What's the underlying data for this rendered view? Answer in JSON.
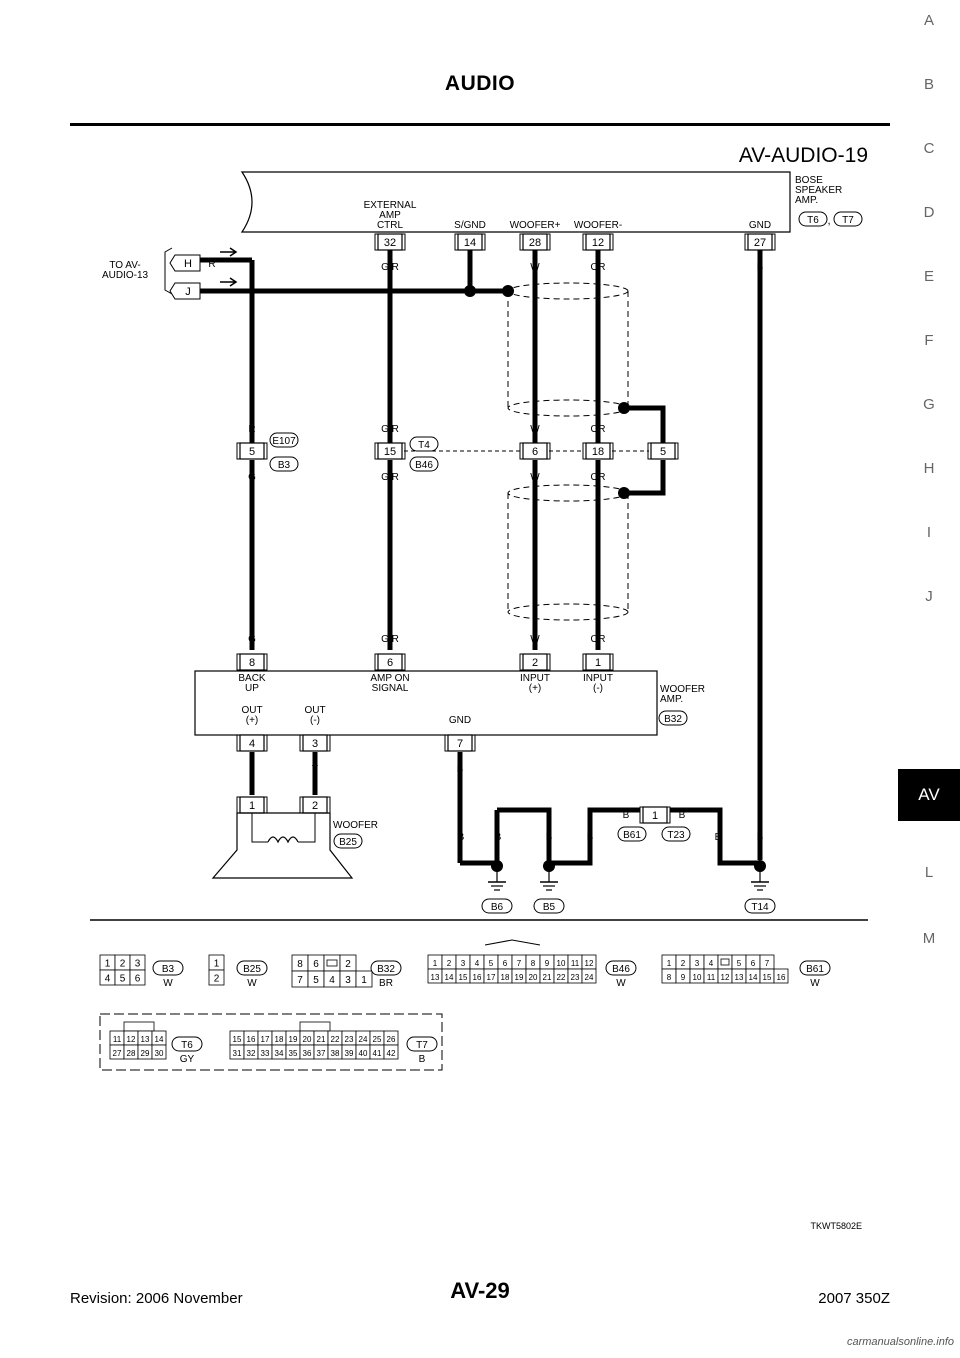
{
  "header": {
    "title": "AUDIO"
  },
  "diagram": {
    "id": "AV-AUDIO-19",
    "figure_code": "TKWT5802E",
    "bose_amp": {
      "label": "BOSE\nSPEAKER\nAMP.",
      "connectors": [
        "T6",
        "T7"
      ],
      "separator": ",",
      "pins": [
        {
          "pin": "32",
          "label": "EXTERNAL\nAMP\nCTRL",
          "wire": "G/R"
        },
        {
          "pin": "14",
          "label": "S/GND",
          "wire": ""
        },
        {
          "pin": "28",
          "label": "WOOFER+",
          "wire": "W"
        },
        {
          "pin": "12",
          "label": "WOOFER-",
          "wire": "OR"
        },
        {
          "pin": "27",
          "label": "GND",
          "wire": "B"
        }
      ]
    },
    "to_ref": {
      "label": "TO AV-\nAUDIO-13",
      "terminals": [
        "H",
        "J"
      ],
      "wire": "R"
    },
    "mid_connectors": {
      "left": {
        "top": "E107",
        "bottom": "B3"
      },
      "right": {
        "top": "T4",
        "bottom": "B46"
      },
      "pins": [
        {
          "pin": "5",
          "wire_top": "R",
          "wire_bottom": "G"
        },
        {
          "pin": "15",
          "wire_top": "G/R",
          "wire_bottom": "G/R"
        },
        {
          "pin": "6",
          "wire_top": "W",
          "wire_bottom": "W"
        },
        {
          "pin": "18",
          "wire_top": "OR",
          "wire_bottom": "OR"
        },
        {
          "pin": "5",
          "wire_top": "",
          "wire_bottom": ""
        }
      ]
    },
    "woofer_amp": {
      "label": "WOOFER\nAMP.",
      "connector": "B32",
      "top_pins": [
        {
          "pin": "8",
          "label": "BACK\nUP",
          "wire": "G"
        },
        {
          "pin": "6",
          "label": "AMP ON\nSIGNAL",
          "wire": "G/R"
        },
        {
          "pin": "2",
          "label": "INPUT\n(+)",
          "wire": "W"
        },
        {
          "pin": "1",
          "label": "INPUT\n(-)",
          "wire": "OR"
        }
      ],
      "bottom_pins": [
        {
          "pin": "4",
          "label": "OUT\n(+)",
          "wire": "L"
        },
        {
          "pin": "3",
          "label": "OUT\n(-)",
          "wire": "Y"
        },
        {
          "pin": "7",
          "label": "GND",
          "wire": "B"
        }
      ]
    },
    "woofer": {
      "label": "WOOFER",
      "connector": "B25",
      "pins": [
        "1",
        "2"
      ]
    },
    "grounds": [
      "B6",
      "B5",
      "T14"
    ],
    "joint": {
      "pin": "1",
      "left": "B61",
      "right": "T23",
      "wire": "B"
    },
    "wire_b": "B"
  },
  "connector_views": [
    {
      "id": "B3",
      "color": "W",
      "rows": [
        [
          "1",
          "2",
          "3"
        ],
        [
          "4",
          "5",
          "6"
        ]
      ]
    },
    {
      "id": "B25",
      "color": "W",
      "rows": [
        [
          "1"
        ],
        [
          "2"
        ]
      ]
    },
    {
      "id": "B32",
      "color": "BR",
      "rows": [
        [
          "8",
          "6",
          "",
          "2"
        ],
        [
          "7",
          "5",
          "4",
          "3",
          "1"
        ]
      ]
    },
    {
      "id": "B46",
      "color": "W",
      "rows": [
        [
          "1",
          "2",
          "3",
          "4",
          "5",
          "6",
          "7",
          "8",
          "9",
          "10",
          "11",
          "12"
        ],
        [
          "13",
          "14",
          "15",
          "16",
          "17",
          "18",
          "19",
          "20",
          "21",
          "22",
          "23",
          "24"
        ]
      ]
    },
    {
      "id": "B61",
      "color": "W",
      "rows": [
        [
          "1",
          "2",
          "3",
          "4",
          "",
          "5",
          "6",
          "7"
        ],
        [
          "8",
          "9",
          "10",
          "11",
          "12",
          "13",
          "14",
          "15",
          "16"
        ]
      ]
    },
    {
      "id": "T6",
      "color": "GY",
      "rows": [
        [
          "11",
          "12",
          "13",
          "14"
        ],
        [
          "27",
          "28",
          "29",
          "30"
        ]
      ]
    },
    {
      "id": "T7",
      "color": "B",
      "rows": [
        [
          "15",
          "16",
          "17",
          "18",
          "19",
          "20",
          "21",
          "22",
          "23",
          "24",
          "25",
          "26"
        ],
        [
          "31",
          "32",
          "33",
          "34",
          "35",
          "36",
          "37",
          "38",
          "39",
          "40",
          "41",
          "42"
        ]
      ]
    }
  ],
  "side_tabs": [
    "A",
    "B",
    "C",
    "D",
    "E",
    "F",
    "G",
    "H",
    "I",
    "J",
    "AV",
    "L",
    "M"
  ],
  "active_tab": "AV",
  "footer": {
    "page": "AV-29",
    "revision": "Revision: 2006 November",
    "model": "2007 350Z",
    "watermark": "carmanualsonline.info"
  }
}
